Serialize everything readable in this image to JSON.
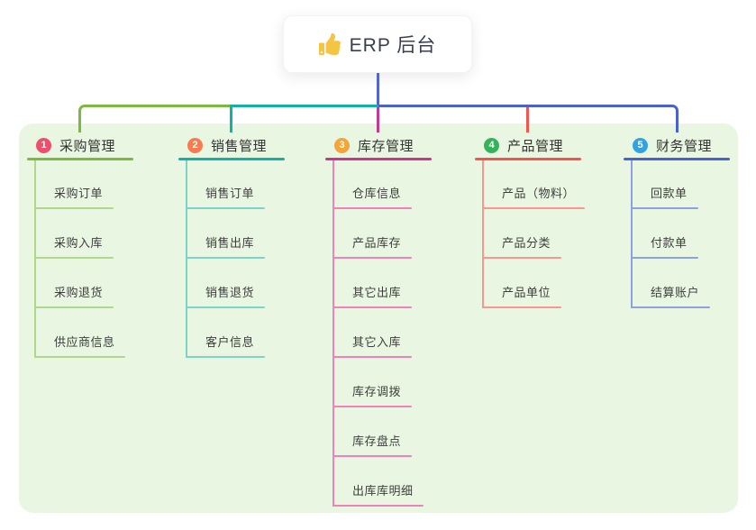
{
  "root": {
    "label": "ERP 后台",
    "icon": "thumbs-up-icon"
  },
  "colors": {
    "canvas_bg": "#ffffff",
    "panel_bg": "#e9f6e2",
    "root_text": "#3a3f50",
    "node_text": "#3e3e3e",
    "root_connector": "#5164d9",
    "thumb_icon": "#f6c443"
  },
  "branches": [
    {
      "index": "1",
      "label": "采购管理",
      "badge_color": "#eb4f6b",
      "line_color": "#7cb93e",
      "child_line_color": "#b0d88c",
      "children": [
        "采购订单",
        "采购入库",
        "采购退货",
        "供应商信息"
      ]
    },
    {
      "index": "2",
      "label": "销售管理",
      "badge_color": "#f67c4f",
      "line_color": "#12b1a7",
      "child_line_color": "#7fd2ca",
      "children": [
        "销售订单",
        "销售出库",
        "销售退货",
        "客户信息"
      ]
    },
    {
      "index": "3",
      "label": "库存管理",
      "badge_color": "#f6a337",
      "line_color": "#c9388f",
      "child_line_color": "#ee82bc",
      "children": [
        "仓库信息",
        "产品库存",
        "其它出库",
        "其它入库",
        "库存调拨",
        "库存盘点",
        "出库库明细"
      ]
    },
    {
      "index": "4",
      "label": "产品管理",
      "badge_color": "#33b45c",
      "line_color": "#f4544c",
      "child_line_color": "#f9968f",
      "children": [
        "产品（物料）",
        "产品分类",
        "产品单位"
      ]
    },
    {
      "index": "5",
      "label": "财务管理",
      "badge_color": "#31a3e2",
      "line_color": "#4a61d2",
      "child_line_color": "#8aa2dd",
      "children": [
        "回款单",
        "付款单",
        "结算账户"
      ]
    }
  ]
}
